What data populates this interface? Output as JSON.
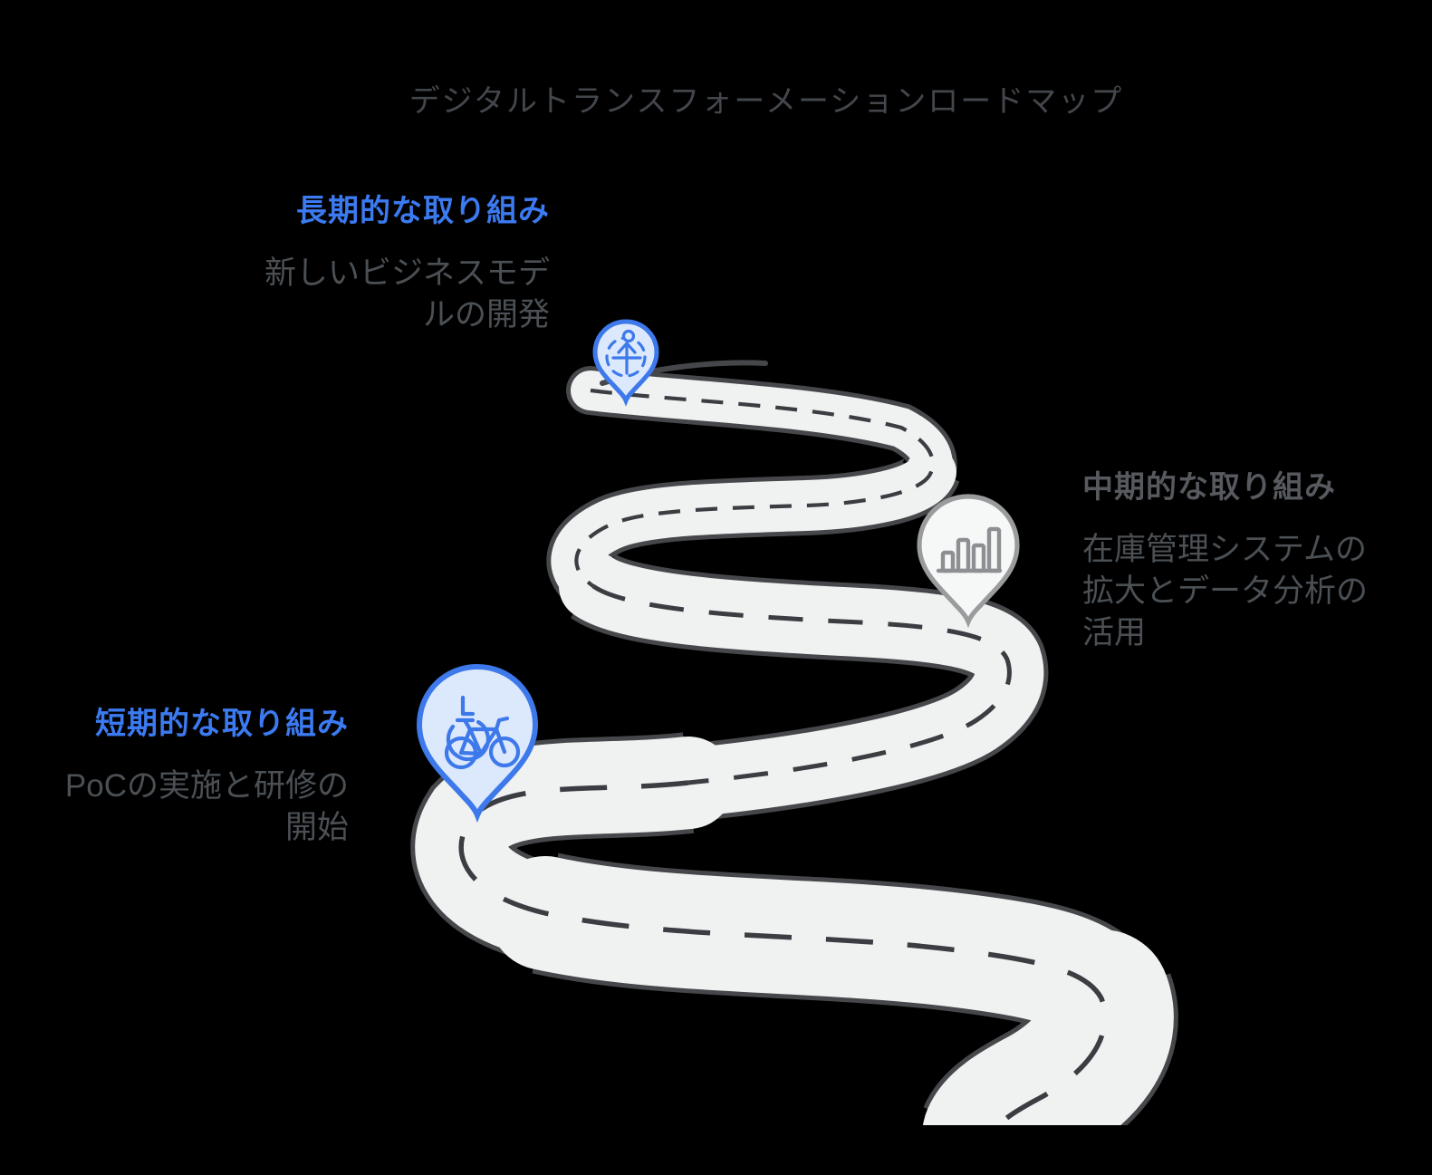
{
  "title": "デジタルトランスフォーメーションロードマップ",
  "milestones": [
    {
      "id": "long-term",
      "label": "長期的な取り組み",
      "description": "新しいビジネスモデルの開発",
      "description_lines": [
        "新しいビジネスモデ",
        "ルの開発"
      ],
      "icon": "direction-arrow-icon",
      "pin_color": "blue"
    },
    {
      "id": "mid-term",
      "label": "中期的な取り組み",
      "description": "在庫管理システムの拡大とデータ分析の活用",
      "description_lines": [
        "在庫管理システムの",
        "拡大とデータ分析の",
        "活用"
      ],
      "icon": "bar-chart-icon",
      "pin_color": "gray"
    },
    {
      "id": "short-term",
      "label": "短期的な取り組み",
      "description": "PoCの実施と研修の開始",
      "description_lines": [
        "PoCの実施と研修の",
        "開始"
      ],
      "icon": "clock-bicycle-icon",
      "pin_color": "blue"
    }
  ],
  "colors": {
    "background": "#000000",
    "accent_blue": "#3b7af0",
    "pin_blue_stroke": "#3d79ea",
    "pin_blue_fill": "#dce8fc",
    "pin_gray_stroke": "#9a9b9d",
    "pin_gray_fill": "#f6f7f7",
    "road_fill": "#f0f1f1",
    "road_outline": "#46474a",
    "road_dash": "#3a3d41",
    "title_text": "#43474c",
    "body_text": "#4b5055",
    "heading_gray": "#56595e"
  }
}
